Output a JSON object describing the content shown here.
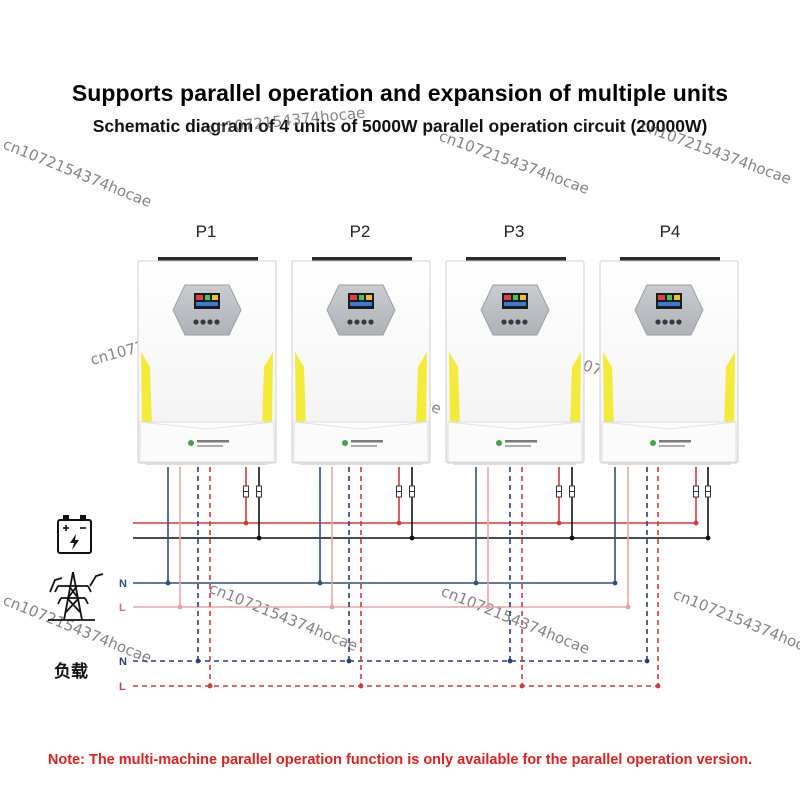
{
  "title": "Supports parallel operation and expansion of multiple units",
  "subtitle": "Schematic diagram of 4 units of 5000W parallel operation circuit (20000W)",
  "note": "Note: The multi-machine parallel operation function is only available for the parallel operation version.",
  "watermark": "cn1072154374hocae",
  "units": [
    {
      "label": "P1"
    },
    {
      "label": "P2"
    },
    {
      "label": "P3"
    },
    {
      "label": "P4"
    }
  ],
  "labels": {
    "grid_n": "N",
    "grid_l": "L",
    "load": "负载",
    "load_n": "N",
    "load_l": "L"
  },
  "colors": {
    "battery_positive": "#d9393b",
    "battery_negative": "#111111",
    "grid_neutral": "#2f4f7f",
    "grid_live": "#e9a3a6",
    "load_neutral": "#2a3f78",
    "load_live": "#d33a3f",
    "inverter_accent": "#f3ea3a",
    "note_text": "#e02020"
  },
  "icons": [
    "battery-icon",
    "power-tower-icon"
  ]
}
